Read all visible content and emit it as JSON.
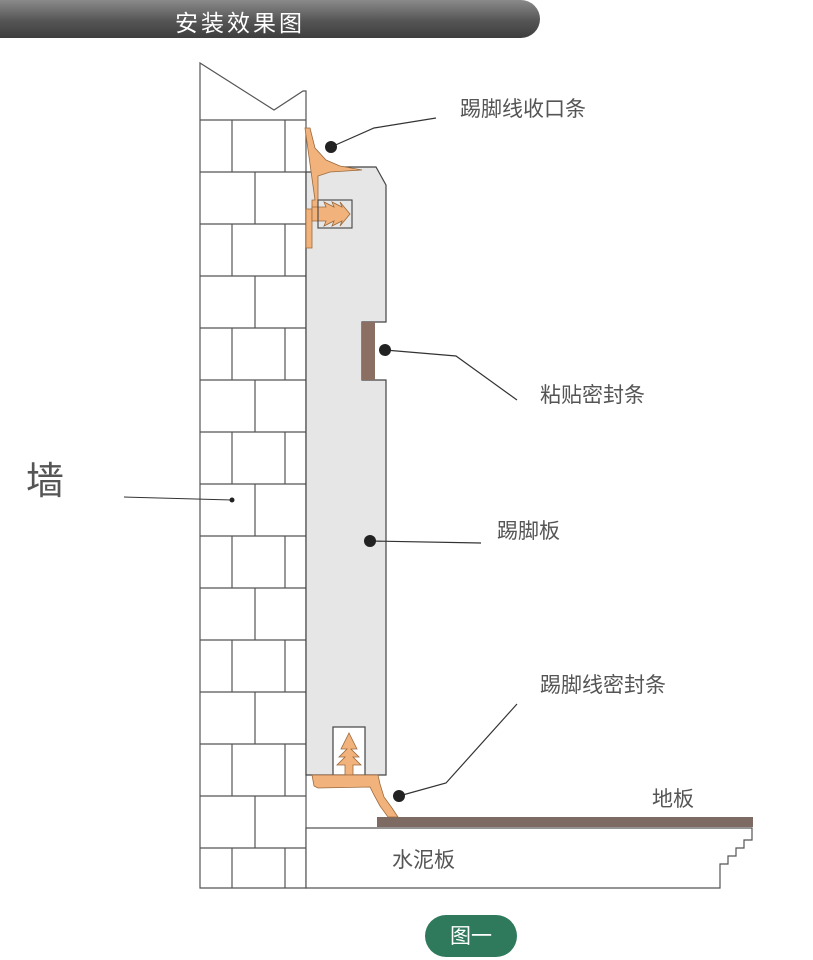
{
  "header": {
    "title": "安装效果图"
  },
  "labels": {
    "cap_strip": "踢脚线收口条",
    "adhesive_seal": "粘贴密封条",
    "skirting_board": "踢脚板",
    "skirting_seal": "踢脚线密封条",
    "floor": "地板",
    "cement_board": "水泥板",
    "wall": "墙"
  },
  "footer": {
    "badge": "图一"
  },
  "colors": {
    "accent_orange": "#f2b27c",
    "board_fill": "#e6e6e6",
    "floor_brown": "#7d6b63",
    "seal_brown": "#8b6f62",
    "badge_green": "#2f7a5c"
  }
}
